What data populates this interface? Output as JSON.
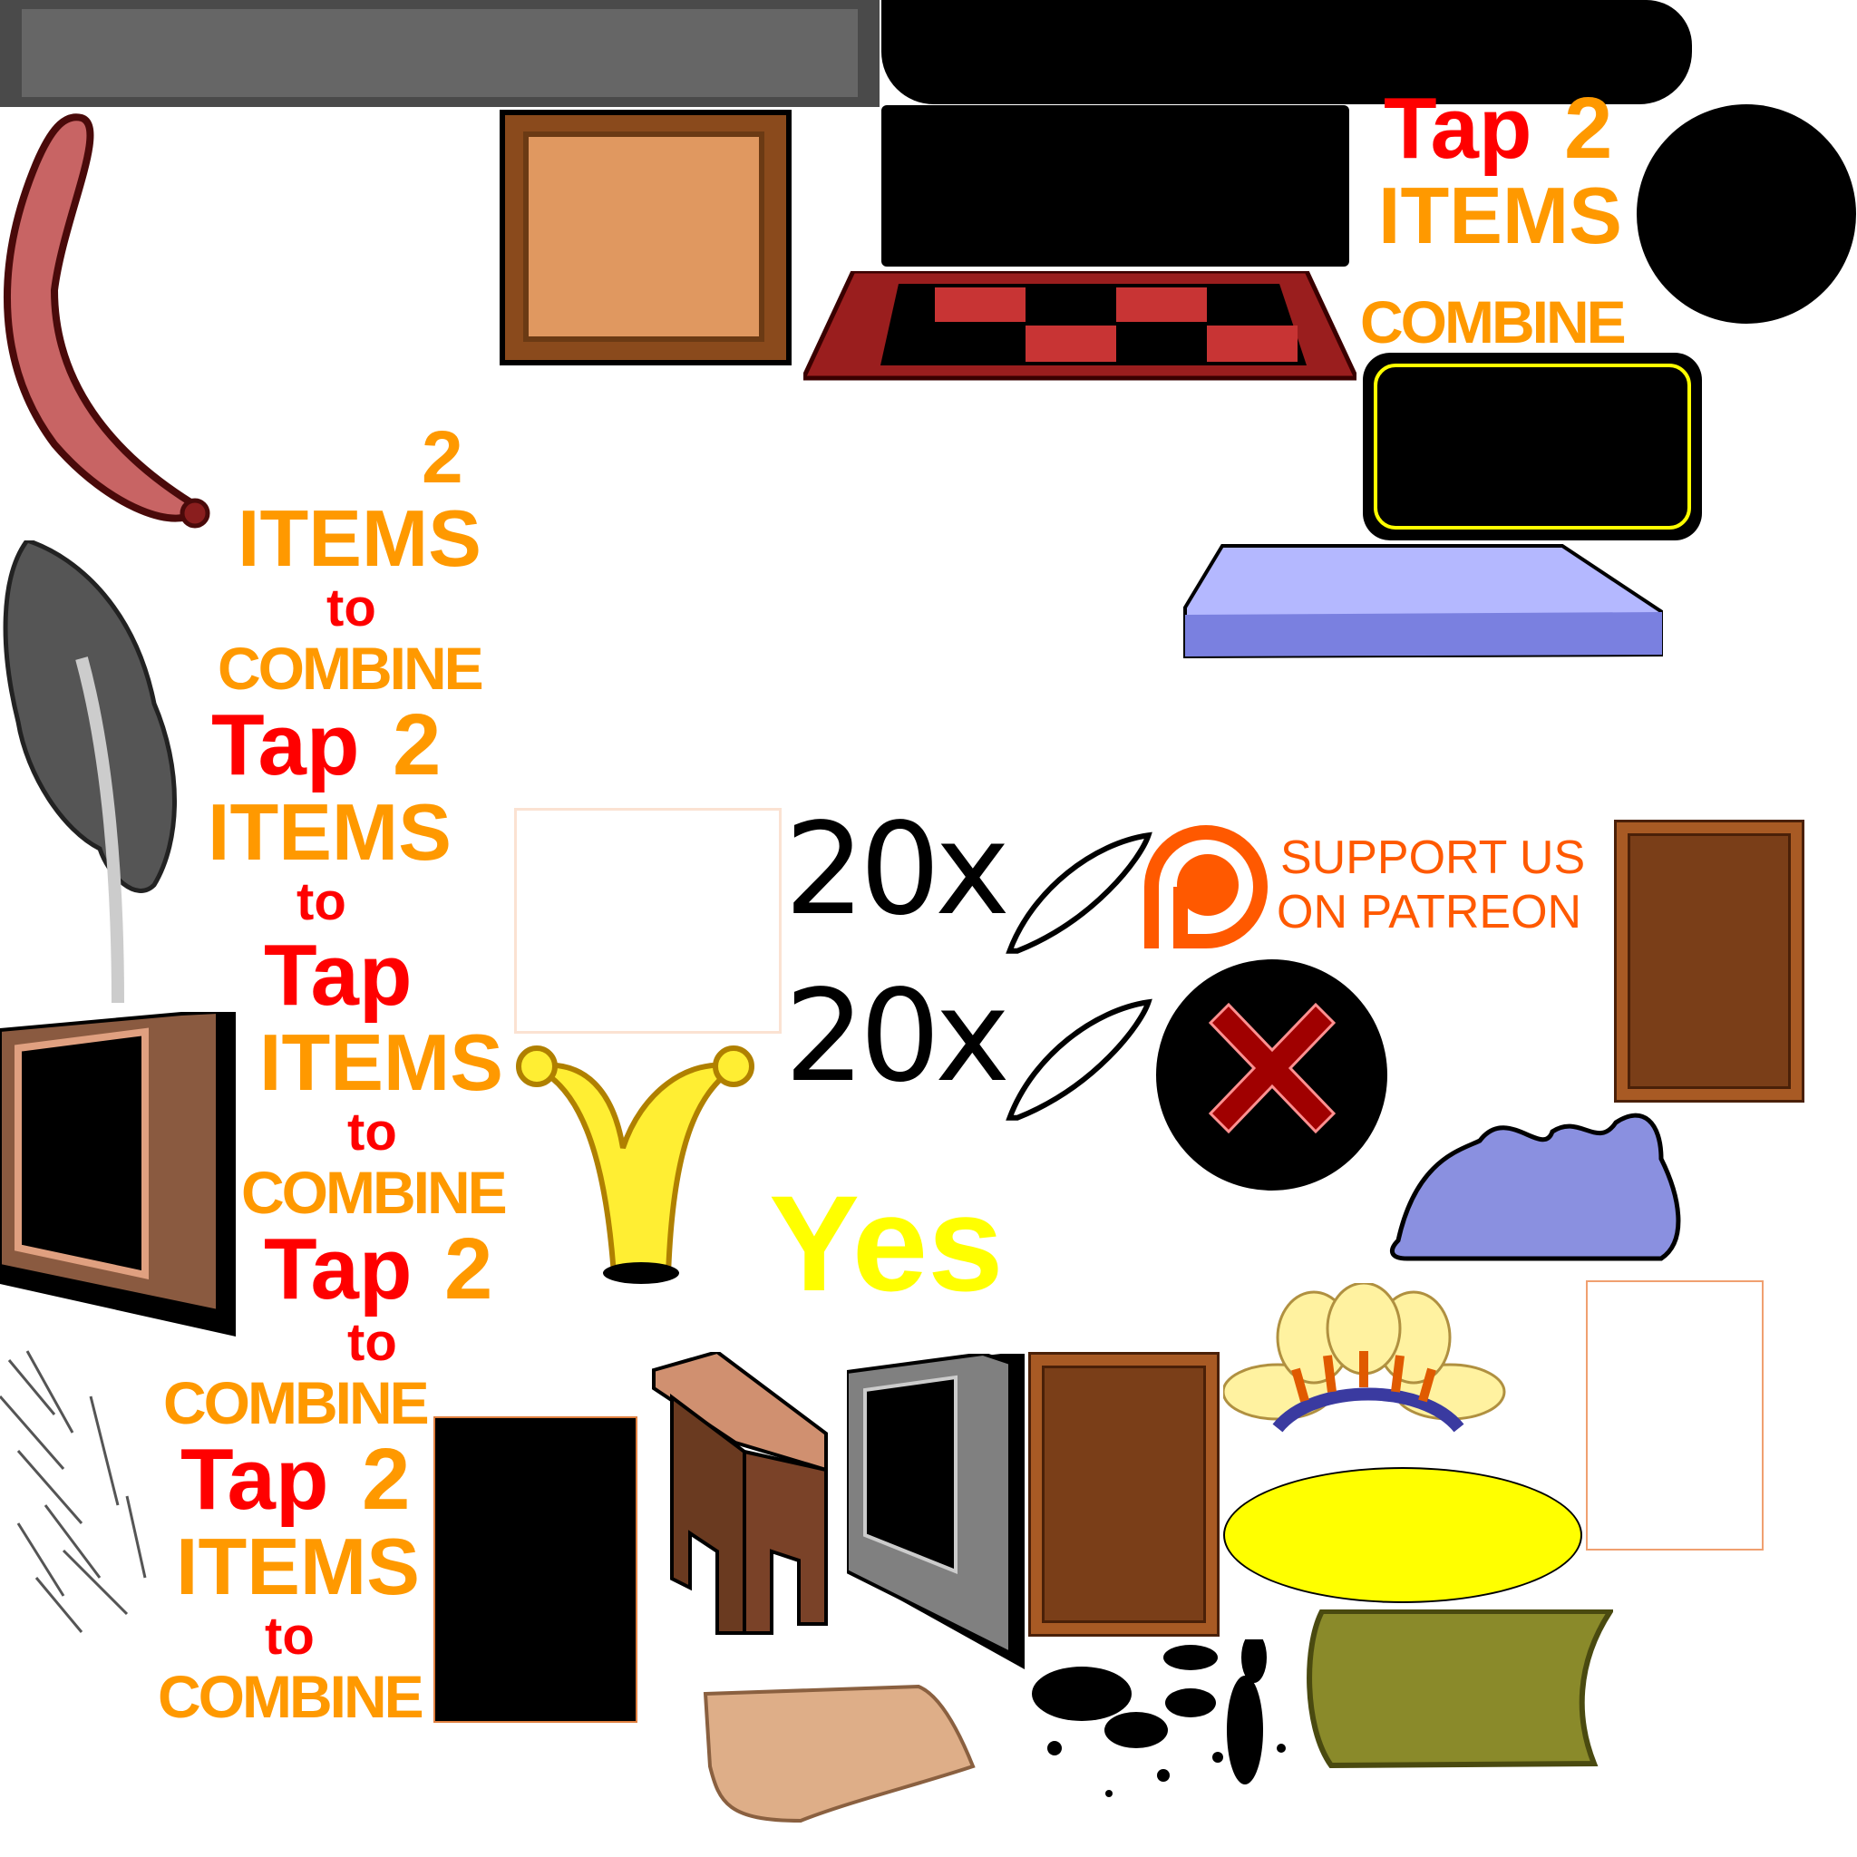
{
  "labels": {
    "tap": "Tap",
    "two": "2",
    "items": "ITEMS",
    "to": "to",
    "combine": "COMBINE",
    "yes": "Yes",
    "count_20x": "20x"
  },
  "patreon": {
    "line1": "SUPPORT US",
    "line2": "ON PATREON",
    "color": "#ff5900"
  },
  "colors": {
    "orange": "#ff9900",
    "red": "#ff0000",
    "yes_yellow": "#ffff00"
  }
}
